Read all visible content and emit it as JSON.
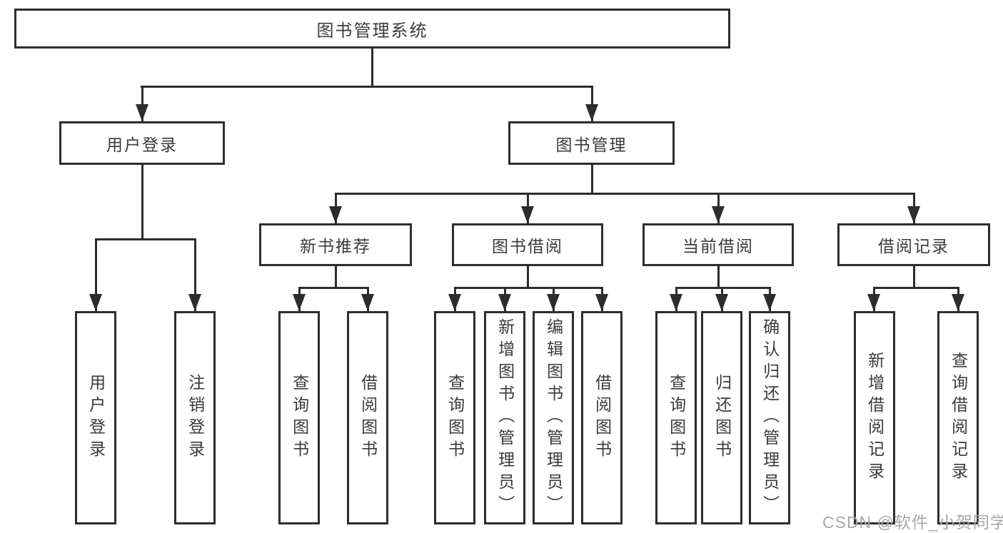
{
  "diagram": {
    "root": "图书管理系统",
    "level2": [
      "用户登录",
      "图书管理"
    ],
    "level3": [
      "新书推荐",
      "图书借阅",
      "当前借阅",
      "借阅记录"
    ],
    "leaves": [
      "用户登录",
      "注销登录",
      "查询图书",
      "借阅图书",
      "查询图书",
      "新增图书（管理员）",
      "编辑图书（管理员）",
      "借阅图书",
      "查询图书",
      "归还图书",
      "确认归还（管理员）",
      "新增借阅记录",
      "查询借阅记录"
    ]
  },
  "watermark": "CSDN @软件_小贺同学",
  "colors": {
    "line": "#2d2d2d",
    "text": "#3a3a3a",
    "watermark": "#a8a8a8",
    "background": "#ffffff"
  }
}
